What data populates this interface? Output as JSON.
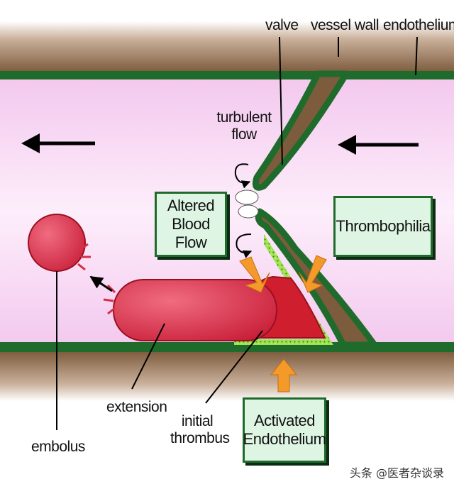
{
  "labels": {
    "valve": "valve",
    "vessel_wall": "vessel wall",
    "endothelium": "endothelium",
    "turbulent_flow": "turbulent flow",
    "extension": "extension",
    "initial_thrombus": "initial thrombus",
    "embolus": "embolus"
  },
  "boxes": {
    "altered_blood_flow": "Altered Blood Flow",
    "thrombophilia": "Thrombophilia",
    "activated_endothelium": "Activated Endothelium"
  },
  "watermark": "头条 @医者杂谈录",
  "colors": {
    "vessel_wall": "#8a6a4c",
    "endothelium": "#1f6b2c",
    "lumen": "#f7dcf3",
    "thrombus": "#d62c45",
    "activated_endothelium": "#8fe04a",
    "factor_arrow": "#f39a2b",
    "box_fill": "#dff5e3"
  }
}
